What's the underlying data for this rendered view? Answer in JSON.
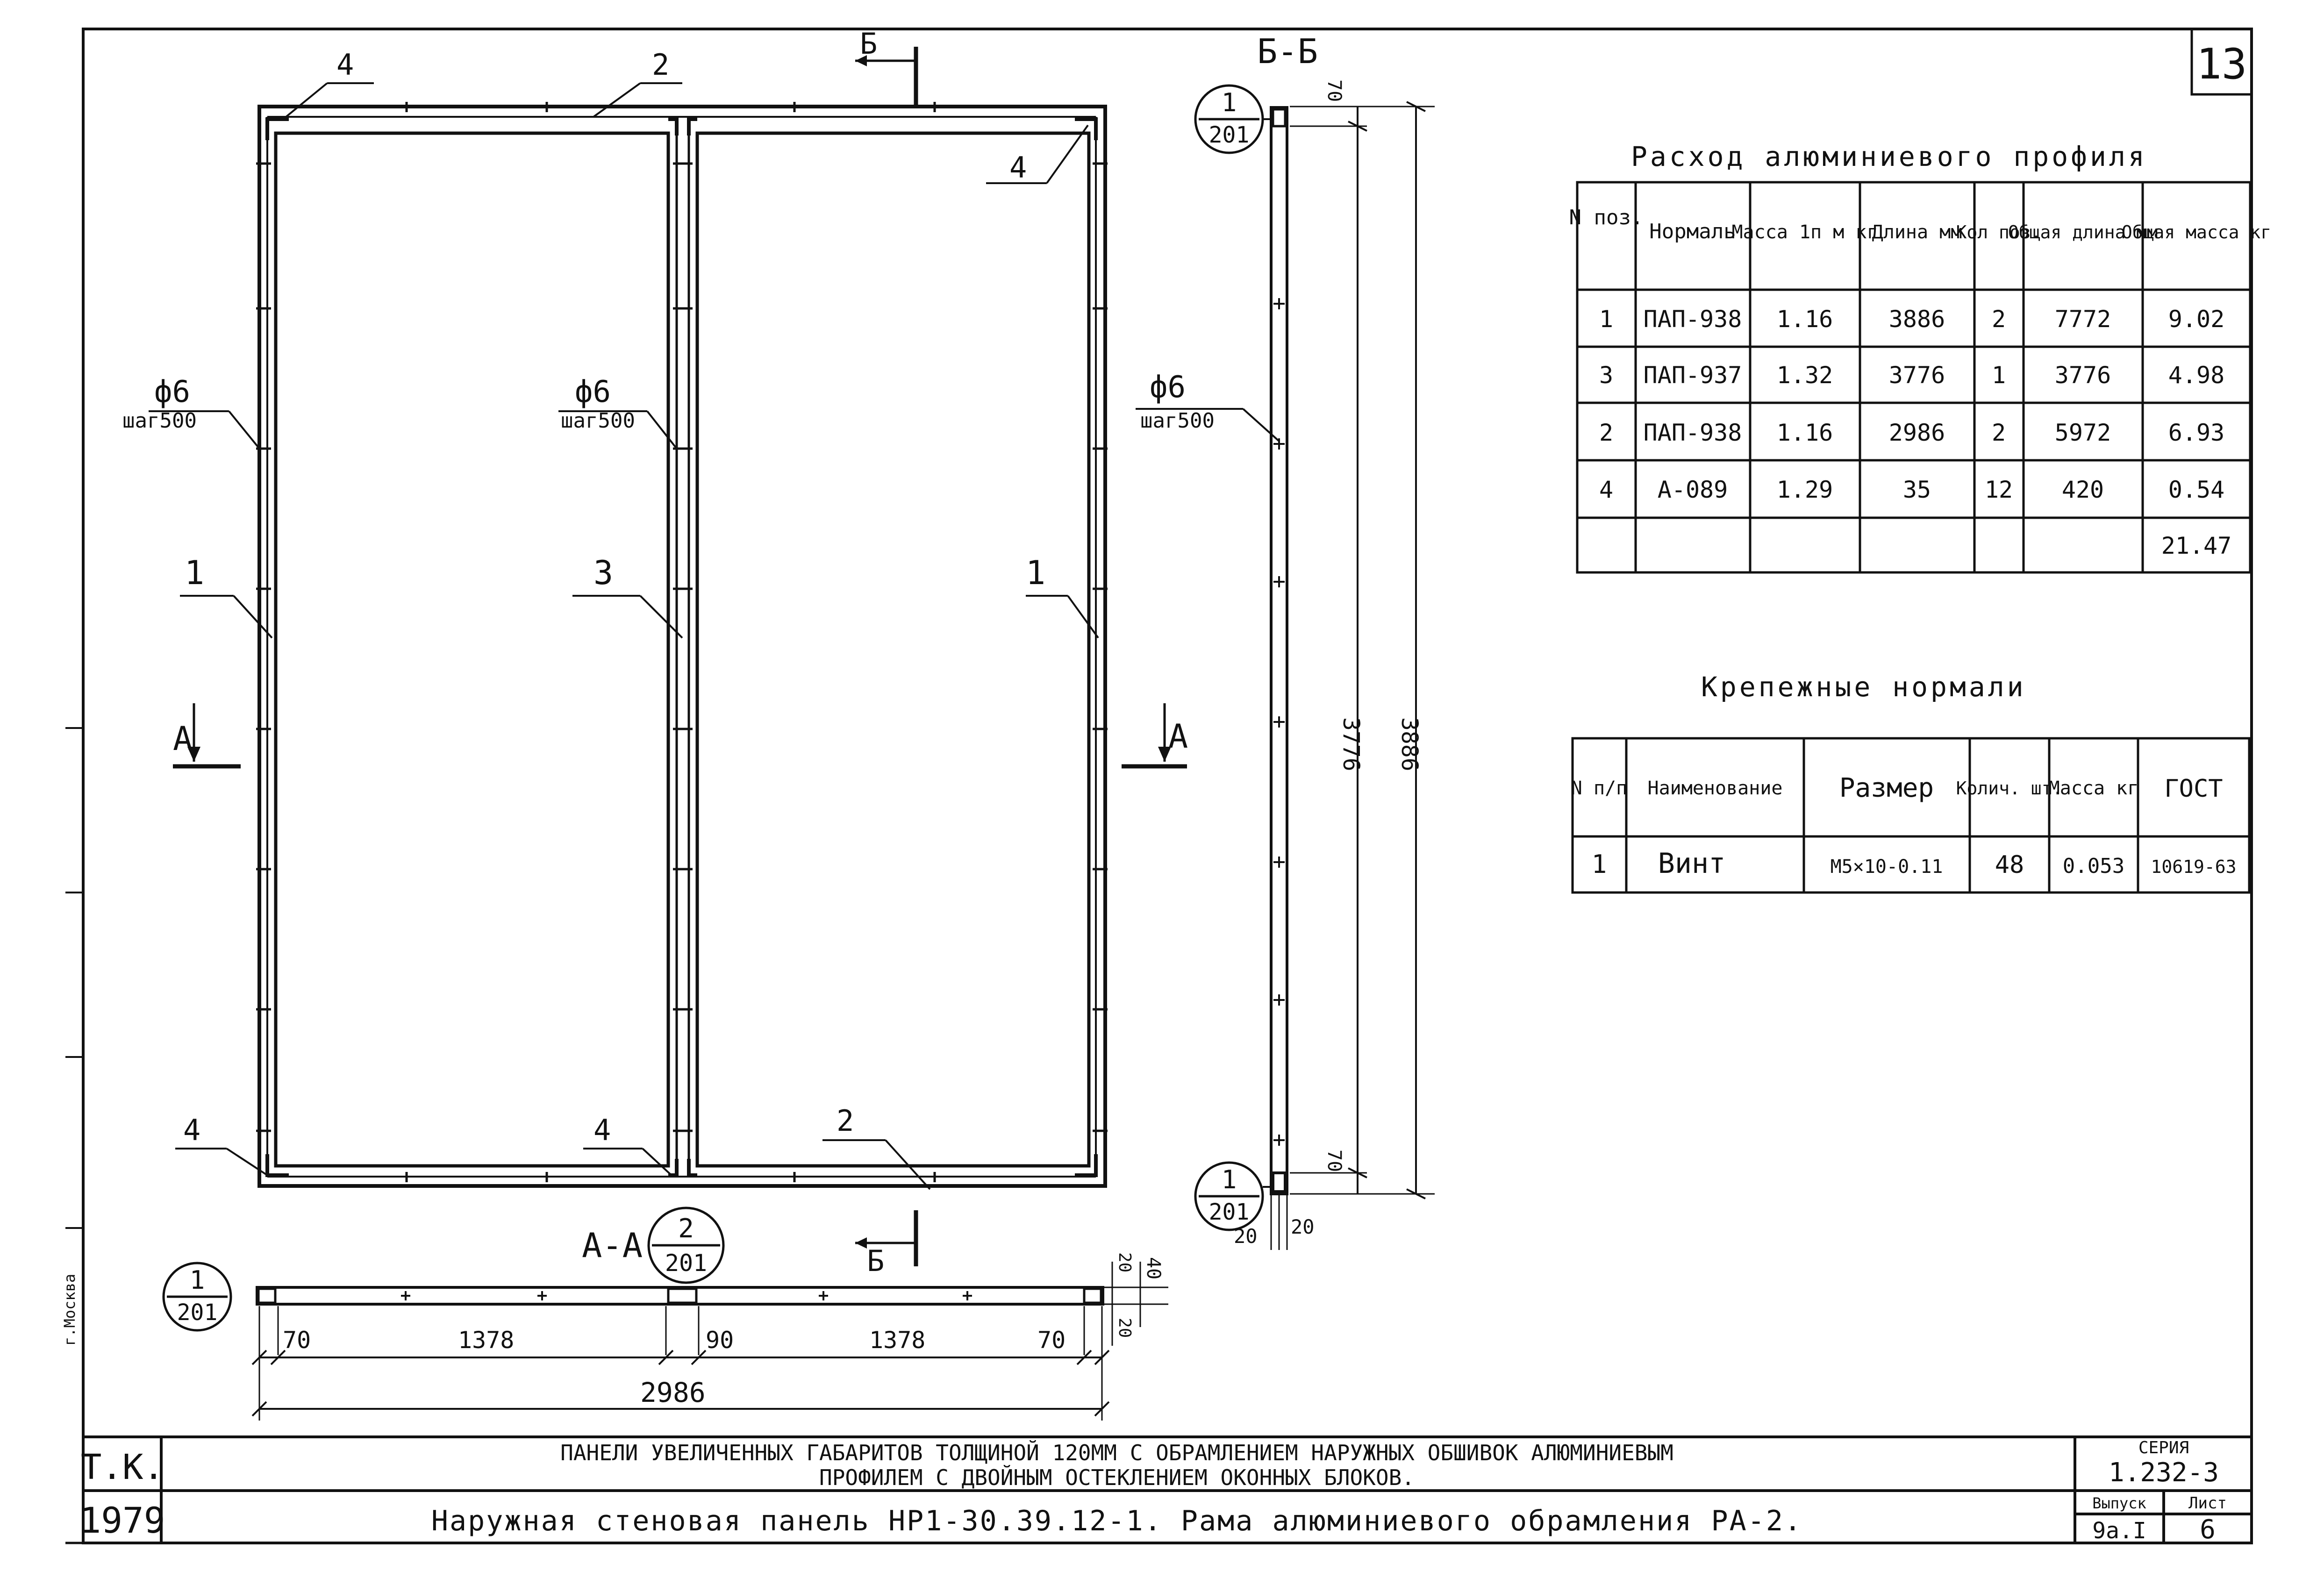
{
  "sheet_number": "13",
  "section_view": "Б-Б",
  "section_AA": "А-А",
  "cut_A": "А",
  "cut_B": "Б",
  "callouts": {
    "c1_num": "1",
    "c1_den": "201",
    "c2_num": "2",
    "c2_den": "201"
  },
  "positions": {
    "p1": "1",
    "p2": "2",
    "p3": "3",
    "p4": "4"
  },
  "rebar": {
    "diameter": "ф6",
    "step": "шаг500"
  },
  "dimensions": {
    "h_total": "3886",
    "h_inner": "3776",
    "d70": "70",
    "d20": "20",
    "d40": "40",
    "d90": "90",
    "d1378": "1378",
    "w_total": "2986"
  },
  "table_profile": {
    "title": "Расход алюминиевого профиля",
    "headers": [
      "N поз.",
      "Нормаль",
      "Масса 1п м кг",
      "Длина мм",
      "Кол поз.",
      "Общая длина мм",
      "Общая масса кг"
    ],
    "rows": [
      [
        "1",
        "ПАП-938",
        "1.16",
        "3886",
        "2",
        "7772",
        "9.02"
      ],
      [
        "3",
        "ПАП-937",
        "1.32",
        "3776",
        "1",
        "3776",
        "4.98"
      ],
      [
        "2",
        "ПАП-938",
        "1.16",
        "2986",
        "2",
        "5972",
        "6.93"
      ],
      [
        "4",
        "А-089",
        "1.29",
        "35",
        "12",
        "420",
        "0.54"
      ],
      [
        "",
        "",
        "",
        "",
        "",
        "",
        "21.47"
      ]
    ]
  },
  "table_fasteners": {
    "title": "Крепежные нормали",
    "headers": [
      "N п/п",
      "Наименование",
      "Размер",
      "Колич. шт.",
      "Масса кг",
      "ГОСТ"
    ],
    "rows": [
      [
        "1",
        "Винт",
        "М5×10-0.11",
        "48",
        "0.053",
        "10619-63"
      ]
    ]
  },
  "title_block": {
    "org": "Т.К.",
    "year": "1979",
    "line1": "ПАНЕЛИ УВЕЛИЧЕННЫХ ГАБАРИТОВ ТОЛЩИНОЙ 120ММ С ОБРАМЛЕНИЕМ НАРУЖНЫХ ОБШИВОК АЛЮМИНИЕВЫМ",
    "line2": "ПРОФИЛЕМ С ДВОЙНЫМ ОСТЕКЛЕНИЕМ ОКОННЫХ БЛОКОВ.",
    "line3": "Наружная стеновая панель НР1-30.39.12-1. Рама алюминиевого обрамления РА-2.",
    "series_label": "СЕРИЯ",
    "series": "1.232-3",
    "issue_label": "Выпуск",
    "issue": "9а.I",
    "sheet_label": "Лист",
    "sheet": "6",
    "city": "г.Москва"
  }
}
